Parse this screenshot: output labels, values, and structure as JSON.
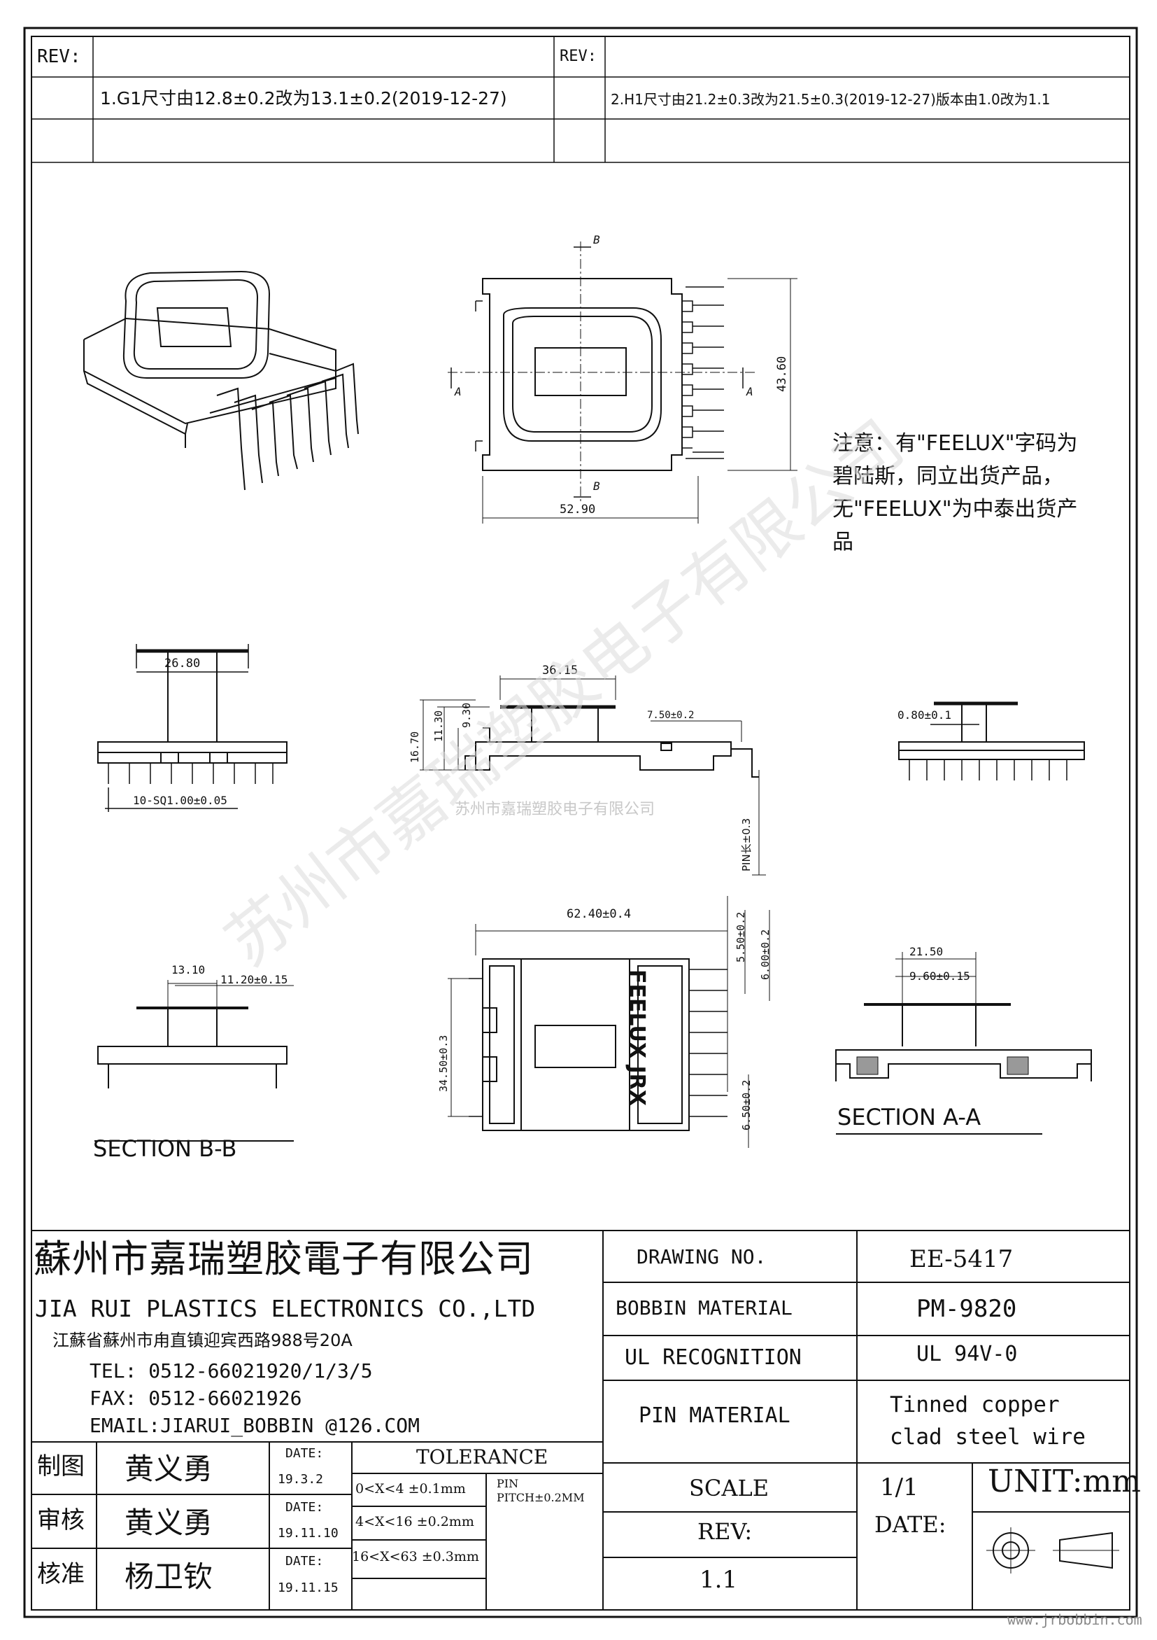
{
  "revision_block": {
    "rev_label_left": "REV:",
    "rev_label_right": "REV:",
    "note_1": "1.G1尺寸由12.8±0.2改为13.1±0.2(2019-12-27)",
    "note_2": "2.H1尺寸由21.2±0.3改为21.5±0.3(2019-12-27)版本由1.0改为1.1"
  },
  "notice": {
    "line_1": "注意：有\"FEELUX\"字码为碧陆斯，同立出货产品，",
    "line_2": "无\"FEELUX\"为中泰出货产品"
  },
  "top_view": {
    "dim_k": "52.90",
    "dim_m": "43.60",
    "section_a": "A",
    "section_b": "B"
  },
  "front_views": {
    "dim_j": "26.80",
    "pin_pitch": "10-SQ1.00±0.05",
    "dim_i": "36.15",
    "dim_n": "7.50±0.2",
    "dim_1670": "16.70",
    "dim_1130": "11.30",
    "dim_930": "9.30",
    "pin_len": "PIN长±0.3",
    "dim_080": "0.80±0.1"
  },
  "bottom_views": {
    "section_bb": "SECTION B-B",
    "section_aa": "SECTION A-A",
    "dim_g1": "13.10",
    "dim_g2": "11.20±0.15",
    "dim_a": "62.40±0.4",
    "dim_b2": "5.50±0.2",
    "dim_b3": "6.00±0.2",
    "dim_345": "34.50±0.3",
    "dim_650": "6.50±0.2",
    "dim_h1": "21.50",
    "dim_h2": "9.60±0.15",
    "mark_text": "FEELUX  JRX"
  },
  "watermark_small": "苏州市嘉瑞塑胶电子有限公司",
  "watermark_large": "苏州市嘉瑞塑胶电子有限公司",
  "title_block": {
    "company_cn": "蘇州市嘉瑞塑胶電子有限公司",
    "company_en": "JIA RUI PLASTICS ELECTRONICS CO.,LTD",
    "address": "江蘇省蘇州市甪直镇迎宾西路988号20A",
    "tel": "TEL: 0512-66021920/1/3/5",
    "fax": "FAX: 0512-66021926",
    "email": "EMAIL:JIARUI_BOBBIN @126.COM",
    "drawing_no_label": "DRAWING  NO.",
    "drawing_no": "EE-5417",
    "bobbin_material_label": "BOBBIN  MATERIAL",
    "bobbin_material": "PM-9820",
    "ul_label": "UL RECOGNITION",
    "ul_value": "UL 94V-0",
    "pin_material_label": "PIN MATERIAL",
    "pin_material_1": "Tinned copper",
    "pin_material_2": "clad steel wire",
    "drawn_label": "制图",
    "drawn_by": "黄义勇",
    "check_label": "审核",
    "checked_by": "黄义勇",
    "approve_label": "核准",
    "approved_by": "杨卫钦",
    "date_label": "DATE:",
    "date_1": "19.3.2",
    "date_2": "19.11.10",
    "date_3": "19.11.15",
    "tolerance_label": "TOLERANCE",
    "tol_1": "0<X<4  ±0.1mm",
    "tol_2": "4<X<16 ±0.2mm",
    "tol_3": "16<X<63 ±0.3mm",
    "pin_pitch_label": "PIN",
    "pin_pitch_value": "PITCH±0.2MM",
    "scale_label": "SCALE",
    "scale_value": "1/1",
    "unit_label": "UNIT:mm",
    "rev_label": "REV:",
    "rev_value": "1.1",
    "date_label_right": "DATE:"
  },
  "footer_url": "www.jrbobbin.com"
}
